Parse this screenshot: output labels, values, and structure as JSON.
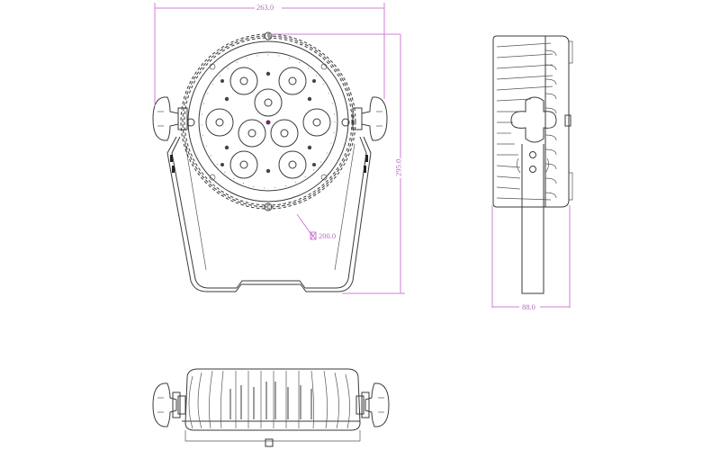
{
  "drawing": {
    "subject": "LED PAR light fixture technical drawing",
    "views": [
      "front",
      "side",
      "bottom"
    ],
    "line_color": "#3a3a3a",
    "dimension_color": "#cf7fd6"
  },
  "dimensions": {
    "width": "263.0",
    "height": "295.0",
    "lens_diameter": "200.0",
    "depth": "88.0"
  },
  "front_view": {
    "led_count": 9
  }
}
